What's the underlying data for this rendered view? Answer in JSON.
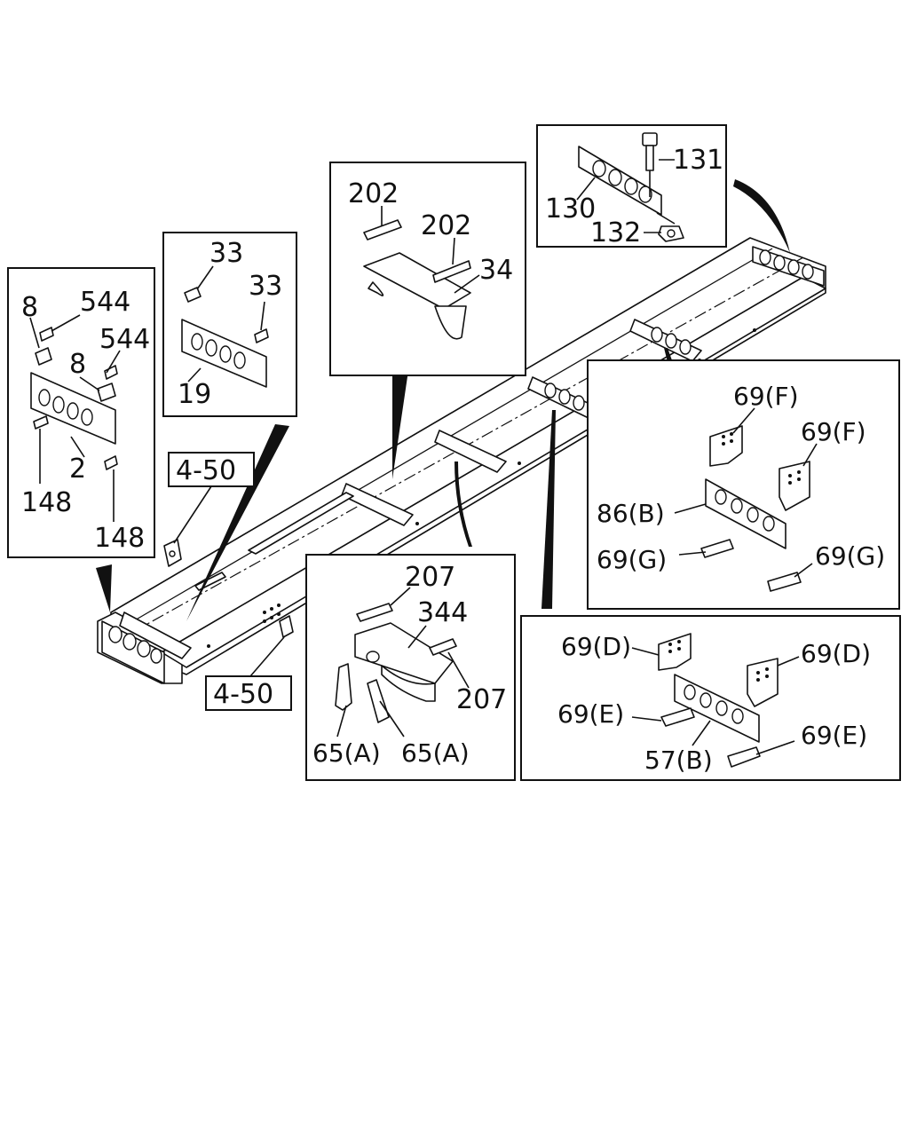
{
  "labels": {
    "l8a": "8",
    "l544a": "544",
    "l544b": "544",
    "l8b": "8",
    "l2": "2",
    "l148a": "148",
    "l148b": "148",
    "l33a": "33",
    "l33b": "33",
    "l19": "19",
    "l202a": "202",
    "l202b": "202",
    "l34": "34",
    "l131": "131",
    "l130": "130",
    "l132": "132",
    "ref1": "4-50",
    "ref2": "4-50",
    "l207a": "207",
    "l344": "344",
    "l207b": "207",
    "l65a": "65(A)",
    "l65b": "65(A)",
    "l69f1": "69(F)",
    "l69f2": "69(F)",
    "l86b": "86(B)",
    "l69g1": "69(G)",
    "l69g2": "69(G)",
    "l69d1": "69(D)",
    "l69d2": "69(D)",
    "l69e1": "69(E)",
    "l69e2": "69(E)",
    "l57b": "57(B)"
  }
}
